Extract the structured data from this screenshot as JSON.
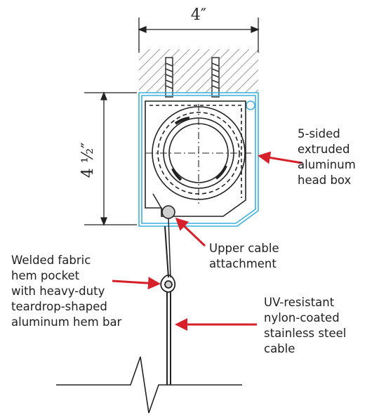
{
  "dimensions": {
    "width_label": "4″",
    "height_label": "4 ½″"
  },
  "callouts": {
    "head_box": [
      "5-sided",
      "extruded",
      "aluminum",
      "head box"
    ],
    "upper_cable": [
      "Upper cable",
      "attachment"
    ],
    "hem_pocket": [
      "Welded fabric",
      "hem pocket",
      "with heavy-duty",
      "teardrop-shaped",
      "aluminum hem bar"
    ],
    "cable": [
      "UV-resistant",
      "nylon-coated",
      "stainless steel",
      "cable"
    ]
  },
  "colors": {
    "arrow": "#d6202a",
    "head_box_outline": "#3ab0e0",
    "line": "#222222"
  }
}
